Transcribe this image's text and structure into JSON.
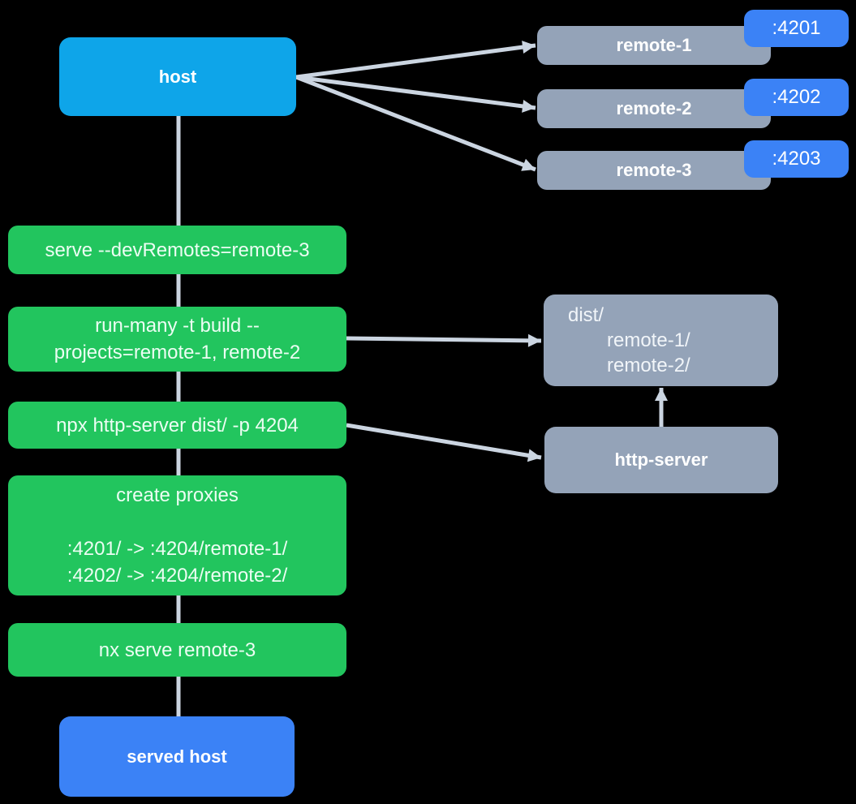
{
  "colors": {
    "bg": "#000000",
    "host-blue": "#0EA5E9",
    "accent-blue": "#3B82F6",
    "green": "#22C55E",
    "gray": "#94A3B8",
    "edge": "#CBD5E1",
    "text-green-tint": "#ECFDF3",
    "text-gray-tint": "#F1F5F9"
  },
  "nodes": {
    "host": {
      "label": "host"
    },
    "remotes": [
      {
        "label": "remote-1",
        "port": ":4201"
      },
      {
        "label": "remote-2",
        "port": ":4202"
      },
      {
        "label": "remote-3",
        "port": ":4203"
      }
    ],
    "steps": {
      "serve_dev_remotes": {
        "label": "serve --devRemotes=remote-3"
      },
      "run_many": {
        "line1": "run-many -t build --",
        "line2": "projects=remote-1, remote-2"
      },
      "http_server_cmd": {
        "label": "npx http-server dist/ -p 4204"
      },
      "create_proxies": {
        "title": "create proxies",
        "proxy1": ":4201/ -> :4204/remote-1/",
        "proxy2": ":4202/ -> :4204/remote-2/"
      },
      "nx_serve": {
        "label": "nx serve remote-3"
      }
    },
    "served_host": {
      "label": "served host"
    },
    "dist": {
      "root": "dist/",
      "child1": "remote-1/",
      "child2": "remote-2/"
    },
    "http_server": {
      "label": "http-server"
    }
  }
}
